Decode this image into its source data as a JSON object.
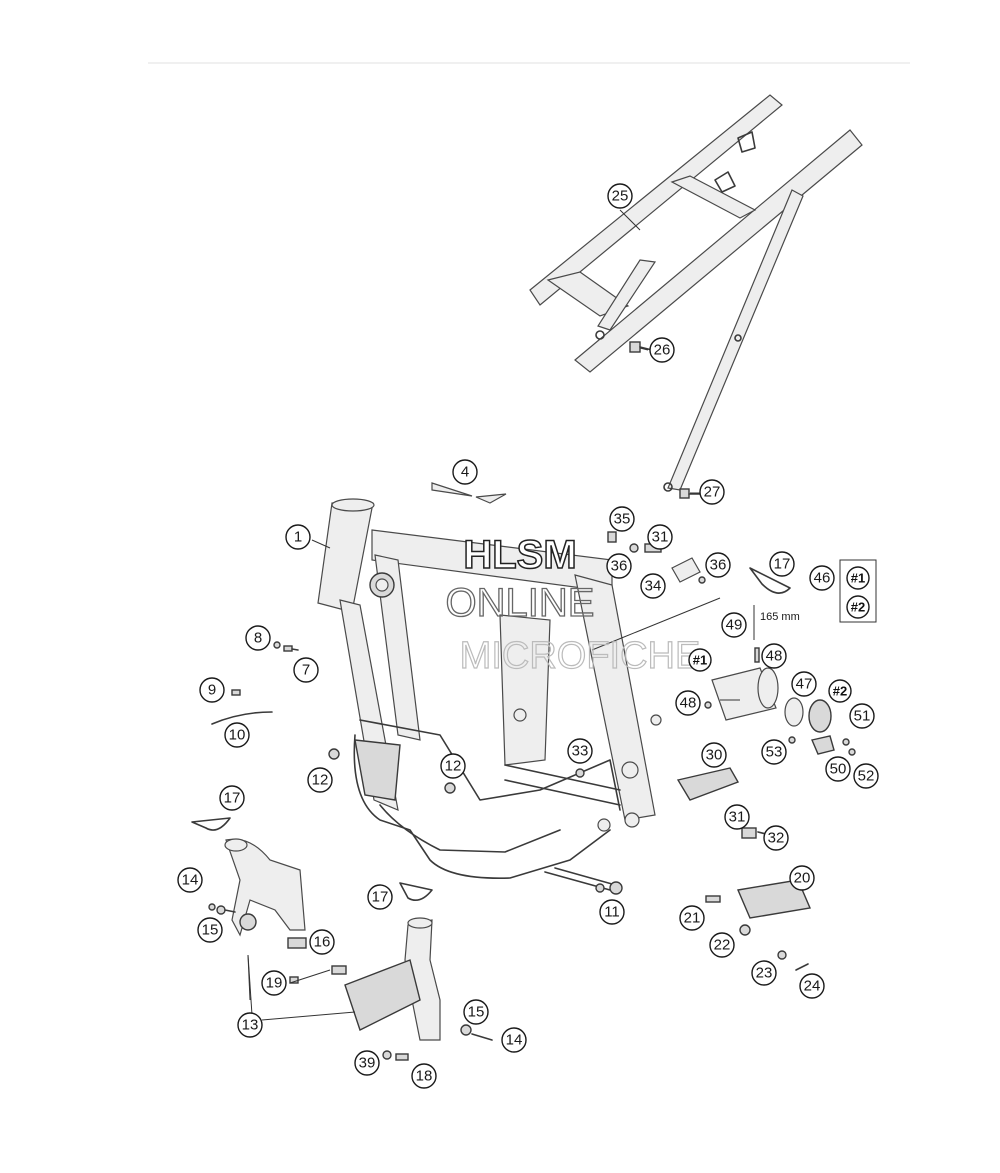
{
  "diagram": {
    "callouts": [
      {
        "id": "c1",
        "label": "1"
      },
      {
        "id": "c4",
        "label": "4"
      },
      {
        "id": "c7",
        "label": "7"
      },
      {
        "id": "c8",
        "label": "8"
      },
      {
        "id": "c9",
        "label": "9"
      },
      {
        "id": "c10",
        "label": "10"
      },
      {
        "id": "c11",
        "label": "11"
      },
      {
        "id": "c12a",
        "label": "12"
      },
      {
        "id": "c12b",
        "label": "12"
      },
      {
        "id": "c13",
        "label": "13"
      },
      {
        "id": "c14a",
        "label": "14"
      },
      {
        "id": "c14b",
        "label": "14"
      },
      {
        "id": "c15a",
        "label": "15"
      },
      {
        "id": "c15b",
        "label": "15"
      },
      {
        "id": "c16",
        "label": "16"
      },
      {
        "id": "c17a",
        "label": "17"
      },
      {
        "id": "c17b",
        "label": "17"
      },
      {
        "id": "c17c",
        "label": "17"
      },
      {
        "id": "c18",
        "label": "18"
      },
      {
        "id": "c19",
        "label": "19"
      },
      {
        "id": "c20",
        "label": "20"
      },
      {
        "id": "c21",
        "label": "21"
      },
      {
        "id": "c22",
        "label": "22"
      },
      {
        "id": "c23",
        "label": "23"
      },
      {
        "id": "c24",
        "label": "24"
      },
      {
        "id": "c25",
        "label": "25"
      },
      {
        "id": "c26",
        "label": "26"
      },
      {
        "id": "c27",
        "label": "27"
      },
      {
        "id": "c30",
        "label": "30"
      },
      {
        "id": "c31a",
        "label": "31"
      },
      {
        "id": "c31b",
        "label": "31"
      },
      {
        "id": "c32",
        "label": "32"
      },
      {
        "id": "c33",
        "label": "33"
      },
      {
        "id": "c34",
        "label": "34"
      },
      {
        "id": "c35",
        "label": "35"
      },
      {
        "id": "c36a",
        "label": "36"
      },
      {
        "id": "c36b",
        "label": "36"
      },
      {
        "id": "c39",
        "label": "39"
      },
      {
        "id": "c46",
        "label": "46"
      },
      {
        "id": "c47",
        "label": "47"
      },
      {
        "id": "c48a",
        "label": "48"
      },
      {
        "id": "c48b",
        "label": "48"
      },
      {
        "id": "c49",
        "label": "49"
      },
      {
        "id": "c50",
        "label": "50"
      },
      {
        "id": "c51",
        "label": "51"
      },
      {
        "id": "c52",
        "label": "52"
      },
      {
        "id": "c53",
        "label": "53"
      }
    ],
    "variant_tags": [
      "#1",
      "#2"
    ],
    "dimension_label": "165 mm",
    "watermark": [
      "HLSM",
      "ONLINE",
      "MICROFICHE"
    ]
  }
}
